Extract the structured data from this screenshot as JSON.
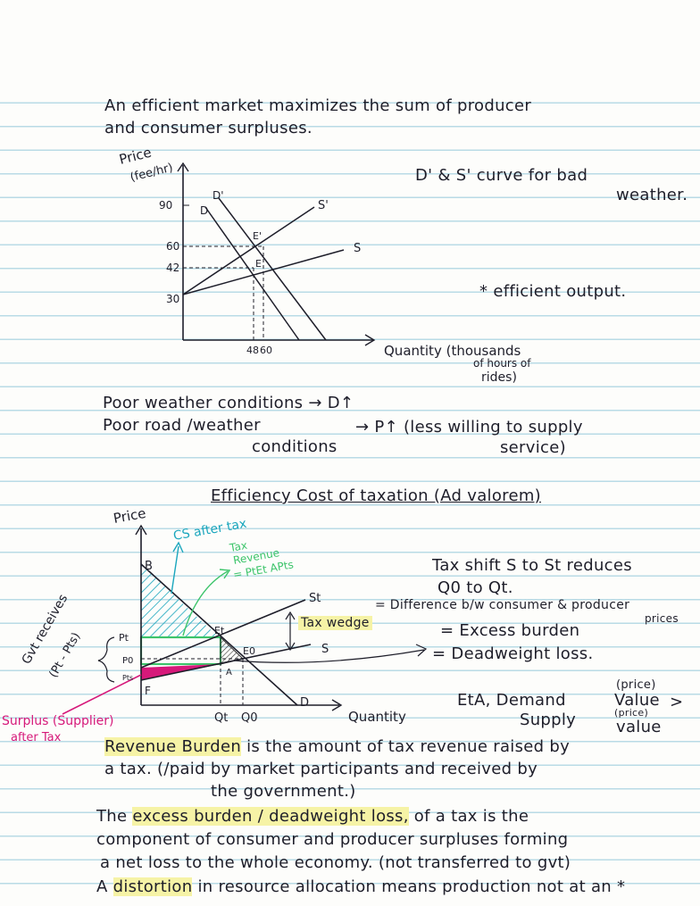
{
  "notes": {
    "intro_line1": "An efficient market maximizes the sum of producer",
    "intro_line2": "and consumer surpluses.",
    "bad_weather_line1": "D' & S' curve for bad",
    "bad_weather_line2": "weather.",
    "efficient_output_note": "* efficient output.",
    "poor_weather_line": "Poor weather conditions → D↑",
    "poor_road_line1": "Poor road /weather",
    "poor_road_line2": "conditions",
    "poor_road_effect_line1": "→ P↑ (less willing to supply",
    "poor_road_effect_line2": "service)",
    "section_title": "Efficiency Cost of taxation (Ad valorem)",
    "tax_shift_line1": "Tax shift S to St reduces",
    "tax_shift_line2": "Q0 to Qt.",
    "difference_line1": "= Difference b/w consumer & producer",
    "difference_line2": "prices",
    "excess_burden_line": "= Excess burden",
    "deadweight_line": "= Deadweight loss.",
    "etA_prefix": "EtA, Demand",
    "etA_value_word": "Value",
    "etA_price_word": "(price)",
    "etA_supply": "Supply",
    "etA_supply_value": "value",
    "etA_supply_price": "(price)",
    "etA_gt": ">",
    "revenue_line1_a": "Revenue Burden",
    "revenue_line1_b": "is the amount of tax revenue raised by",
    "revenue_line2": "a tax. (/paid by market participants and received by",
    "revenue_line3": "the government.)",
    "excess_line1_a": "The",
    "excess_line1_b": "excess burden / deadweight loss,",
    "excess_line1_c": "of a tax is the",
    "excess_line2": "component of consumer and producer surpluses forming",
    "excess_line3": "a net loss to the whole economy. (not transferred to gvt)",
    "distortion_line_a": "A",
    "distortion_line_b": "distortion",
    "distortion_line_c": "in resource allocation means production not at an *"
  },
  "graph1": {
    "ylabel_line1": "Price",
    "ylabel_line2": "(fee/hr)",
    "xlabel_line1": "Quantity (thousands",
    "xlabel_line2": "of hours of",
    "xlabel_line3": "rides)",
    "y_ticks": [
      "90",
      "60",
      "42",
      "30"
    ],
    "x_ticks": [
      "48",
      "60"
    ],
    "curve_labels": {
      "D_prime": "D'",
      "D": "D",
      "S_prime": "S'",
      "S": "S",
      "E_prime": "E'",
      "E": "E"
    }
  },
  "graph2": {
    "ylabel": "Price",
    "xlabel": "Quantity",
    "cs_label": "CS after tax",
    "tax_revenue_label_line1": "Tax",
    "tax_revenue_label_line2": "Revenue",
    "tax_revenue_label_line3": "= PtEt APts",
    "tax_wedge_label": "Tax wedge",
    "gvt_receives_line1": "Gvt receives",
    "gvt_receives_line2": "(Pt - Pts)",
    "surplus_line1": "Surplus (Supplier)",
    "surplus_line2": "after Tax",
    "point_labels": {
      "B": "B",
      "Pt": "Pt",
      "P0": "P0",
      "Pts": "Pts",
      "F": "F",
      "Et": "Et",
      "E0": "E0",
      "A": "A",
      "St": "St",
      "S": "S",
      "D": "D",
      "Qt": "Qt",
      "Q0": "Q0"
    }
  },
  "colors": {
    "ink": "#1e1e2a",
    "highlight": "#f6f3a6",
    "cs_teal": "#1aa6bd",
    "tax_green": "#3cc46a",
    "surplus_magenta": "#d6197a",
    "rule_blue": "#b9dbe6"
  }
}
